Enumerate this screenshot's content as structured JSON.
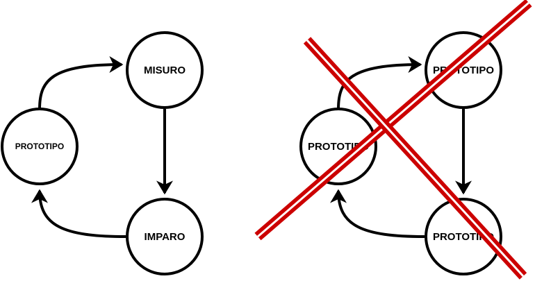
{
  "colors": {
    "background": "#ffffff",
    "stroke": "#000000",
    "cross": "#cc0000"
  },
  "diagrams": [
    {
      "nodes": {
        "top": "MISURO",
        "left": "PROTOTIPO",
        "bottom": "IMPARO"
      },
      "crossed_out": false
    },
    {
      "nodes": {
        "top": "PROTOTIPO",
        "left": "PROTOTIPO",
        "bottom": "PROTOTIPO"
      },
      "crossed_out": true
    }
  ]
}
